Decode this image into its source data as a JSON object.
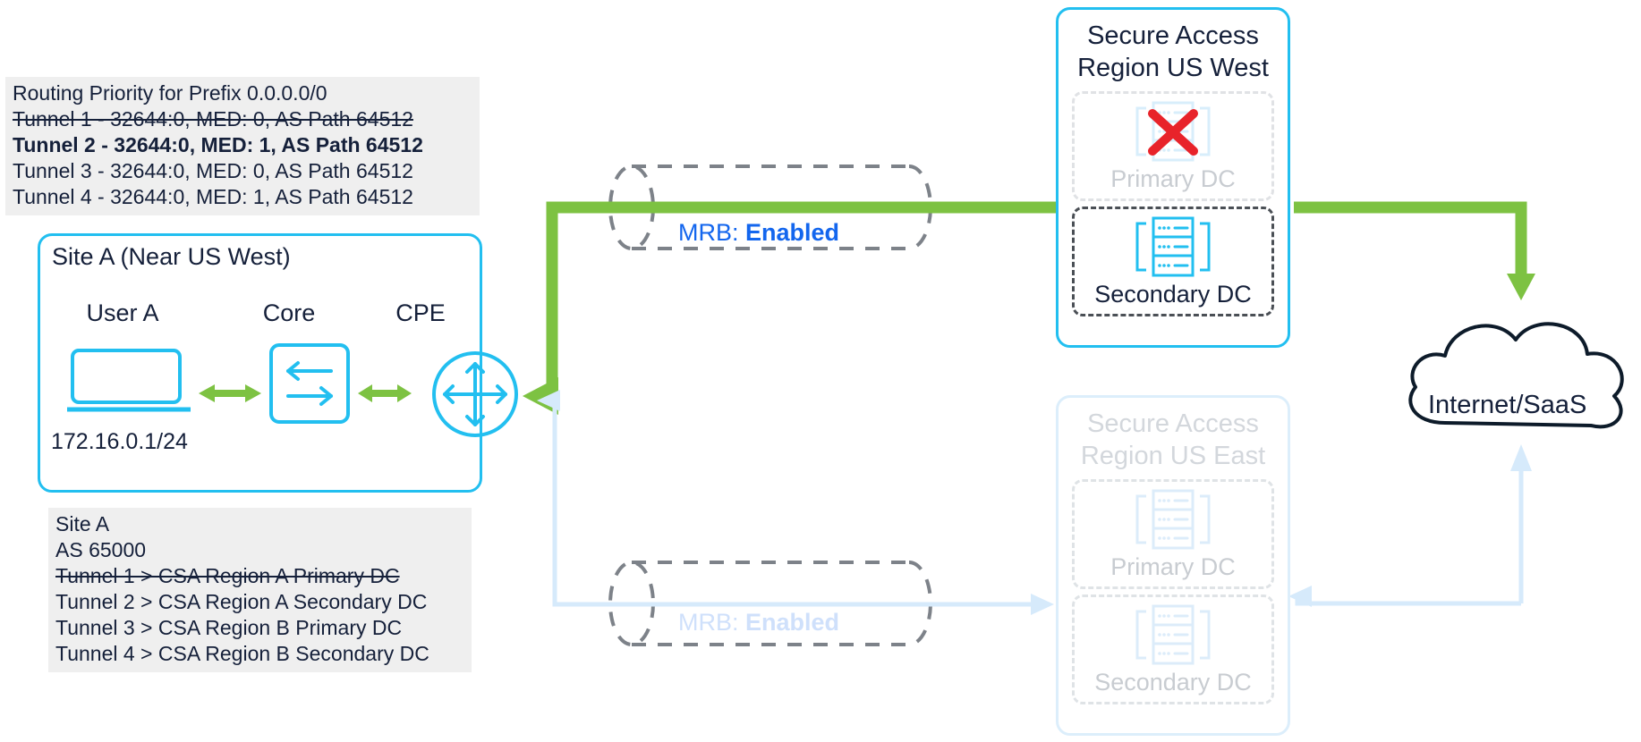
{
  "colors": {
    "cyan": "#22BFF0",
    "green": "#7DC242",
    "blue_text": "#1366EE",
    "dark_text": "#15203A",
    "faded_blue": "#d6eafb",
    "red_x": "#E8232A",
    "dashed_gray": "#7d8289",
    "panel_gray": "#efefef"
  },
  "routing_panel": {
    "title": "Routing Priority for Prefix 0.0.0.0/0",
    "entries": [
      {
        "text": "Tunnel 1 - 32644:0, MED: 0, AS Path 64512",
        "strike": true,
        "bold": false
      },
      {
        "text": "Tunnel 2 - 32644:0, MED: 1, AS Path 64512",
        "strike": false,
        "bold": true
      },
      {
        "text": "Tunnel 3 - 32644:0, MED: 0, AS Path 64512",
        "strike": false,
        "bold": false
      },
      {
        "text": "Tunnel 4 - 32644:0, MED: 1, AS Path 64512",
        "strike": false,
        "bold": false
      }
    ]
  },
  "site": {
    "title": "Site A (Near US West)",
    "user_label": "User A",
    "core_label": "Core",
    "cpe_label": "CPE",
    "ip": "172.16.0.1/24"
  },
  "site_panel": {
    "name": "Site A",
    "as": "AS 65000",
    "tunnels": [
      {
        "text": "Tunnel 1 > CSA Region A Primary DC",
        "strike": true
      },
      {
        "text": "Tunnel 2 > CSA Region A Secondary DC",
        "strike": false
      },
      {
        "text": "Tunnel 3 > CSA Region B Primary DC",
        "strike": false
      },
      {
        "text": "Tunnel 4 > CSA Region B Secondary DC",
        "strike": false
      }
    ]
  },
  "tunnels_mid": [
    {
      "id": "upper",
      "label_key": "MRB:",
      "label_value": "Enabled",
      "faded": false
    },
    {
      "id": "lower",
      "label_key": "MRB:",
      "label_value": "Enabled",
      "faded": true
    }
  ],
  "region_west": {
    "title_line1": "Secure Access",
    "title_line2": "Region US West",
    "primary_label": "Primary DC",
    "secondary_label": "Secondary DC",
    "primary_failed": true
  },
  "region_east": {
    "title_line1": "Secure Access",
    "title_line2": "Region US East",
    "primary_label": "Primary DC",
    "secondary_label": "Secondary DC",
    "primary_failed": false
  },
  "cloud": {
    "label": "Internet/SaaS"
  }
}
